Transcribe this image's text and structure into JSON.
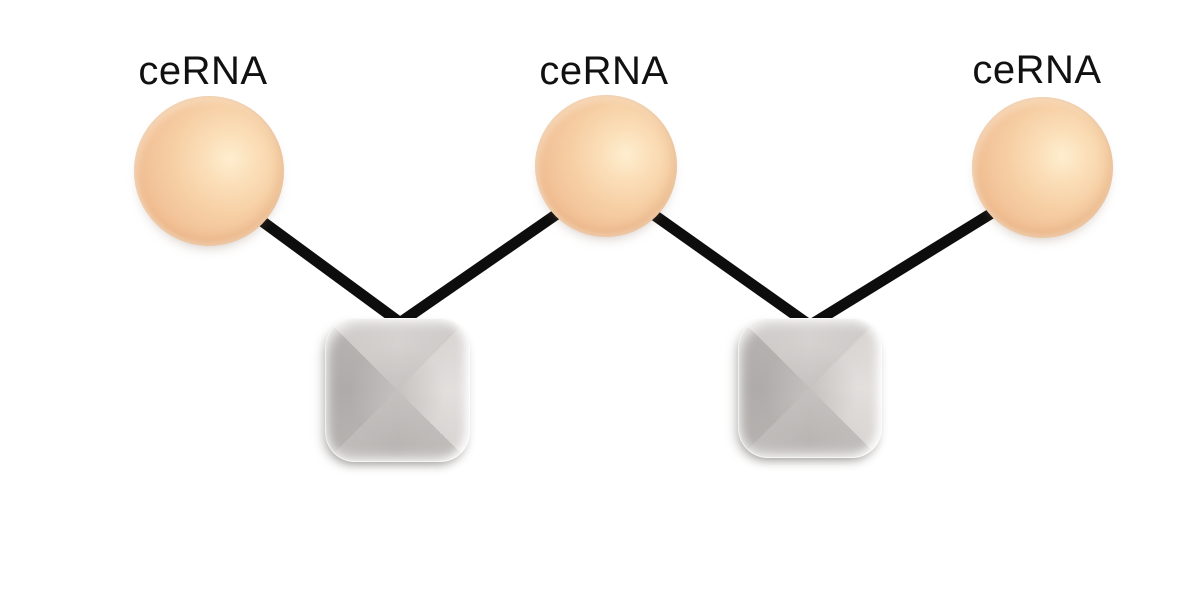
{
  "diagram": {
    "type": "network-motif",
    "background": "#ffffff",
    "colors": {
      "circle_fill": "#f3c499",
      "circle_highlight": "#feeecf",
      "square_fill": "#c4c1bf",
      "edge": "#0d0d0d",
      "label_text": "#111111"
    },
    "circle_nodes": [
      {
        "id": "cerna-1",
        "label": "ceRNA",
        "shape": "circle"
      },
      {
        "id": "cerna-2",
        "label": "ceRNA",
        "shape": "circle"
      },
      {
        "id": "cerna-3",
        "label": "ceRNA",
        "shape": "circle"
      }
    ],
    "square_nodes": [
      {
        "id": "square-1",
        "label": "",
        "shape": "rounded-square"
      },
      {
        "id": "square-2",
        "label": "",
        "shape": "rounded-square"
      }
    ],
    "edges": [
      {
        "from": "cerna-1",
        "to": "square-1"
      },
      {
        "from": "cerna-2",
        "to": "square-1"
      },
      {
        "from": "cerna-2",
        "to": "square-2"
      },
      {
        "from": "cerna-3",
        "to": "square-2"
      }
    ]
  }
}
